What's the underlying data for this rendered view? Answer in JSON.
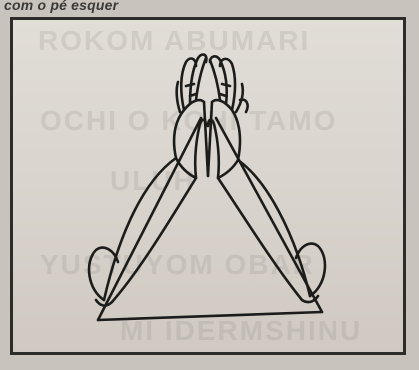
{
  "caption": {
    "text": "com o pé esquer"
  },
  "bleed_through": {
    "lines": [
      "ROKOM ABUMARI",
      "OCHI O KOHI TAMO",
      "ULUH",
      "YUSTUYOM OBAR",
      "MI IDERMSHINU"
    ]
  },
  "figure": {
    "subject": "praying-hands-line-drawing",
    "colors": {
      "paper": "#dcd8d1",
      "ink": "#1c1c1a",
      "frame": "#2c2c2a",
      "caption_text": "#3a3a38"
    }
  }
}
